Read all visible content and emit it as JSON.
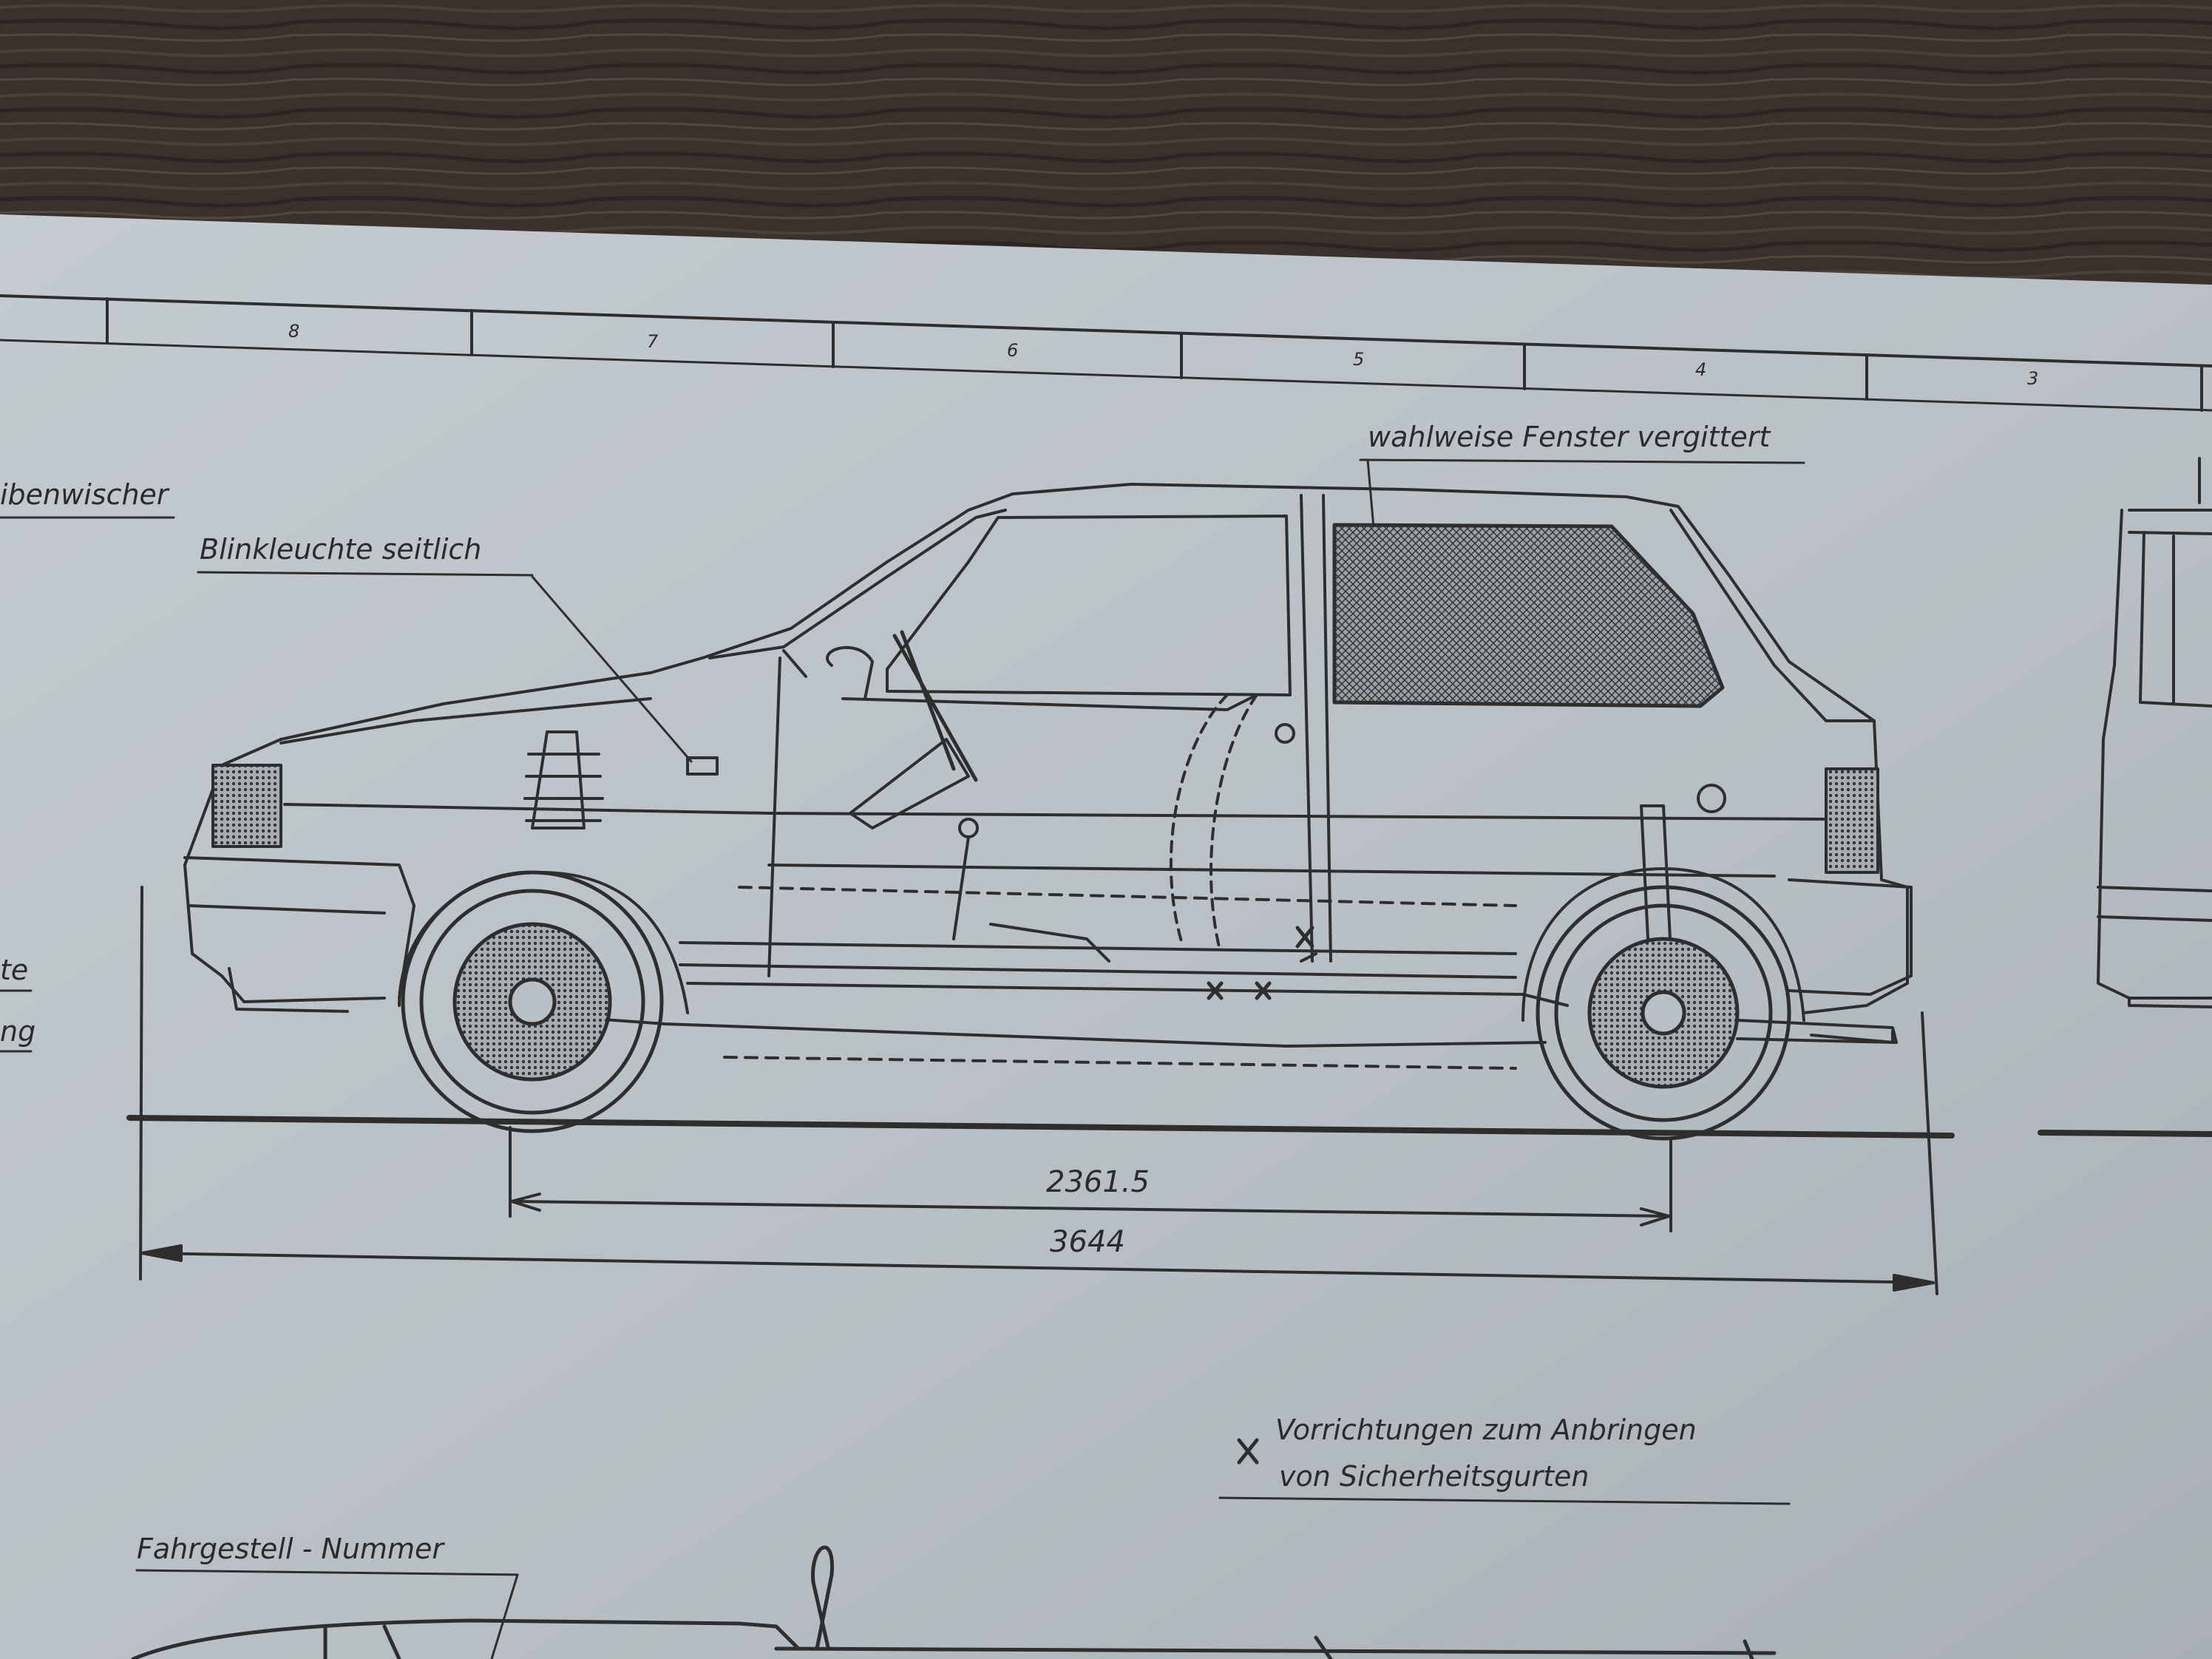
{
  "zone_numbers": [
    "8",
    "7",
    "6",
    "5",
    "4",
    "3"
  ],
  "labels": {
    "wiper_partial": "ibenwischer",
    "side_indicator": "Blinkleuchte seitlich",
    "window_grille": "wahlweise Fenster vergittert",
    "left_partial_1": "te",
    "left_partial_2": "ng",
    "seatbelt_line1": "Vorrichtungen zum Anbringen",
    "seatbelt_line2": "von Sicherheitsgurten",
    "chassis_number": "Fahrgestell - Nummer"
  },
  "dimensions": {
    "wheelbase": "2361.5",
    "overall_length": "3644"
  },
  "icons": [
    "seatbelt-anchor-marker"
  ],
  "colors": {
    "paper": "#b9c0c5",
    "ink": "#2e2e2e",
    "wood": "#3a302b"
  }
}
